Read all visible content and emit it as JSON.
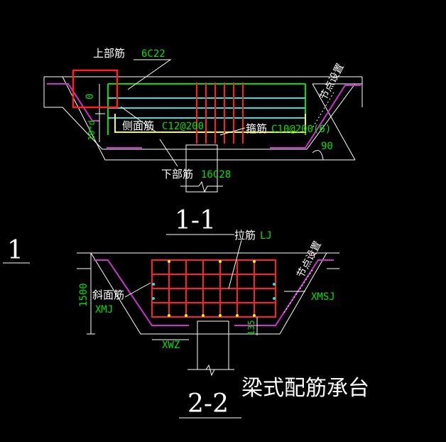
{
  "colors": {
    "background": "#000000",
    "outline": "#ffffff",
    "magenta": "#cc33cc",
    "green": "#00e000",
    "cyan": "#33dddd",
    "yellow": "#ffff00",
    "red": "#ff2020",
    "highlight": "#ff2020"
  },
  "section_1_1": {
    "top_bar_label": "上部筋",
    "top_bar_spec": "6C22",
    "side_bar_label": "侧面筋",
    "side_bar_spec": "C12@200",
    "stirrup_label": "箍筋",
    "stirrup_spec": "C10@200(6)",
    "bottom_bar_label": "下部筋",
    "bottom_bar_spec": "16C28",
    "cover_value": "0",
    "anchor_label": "10*d",
    "angle_value": "90",
    "node_setting": "节点设置",
    "section_mark": "1-1"
  },
  "section_2_2": {
    "tie_label": "拉筋",
    "tie_spec": "LJ",
    "slope_label": "斜面筋",
    "slope_spec": "XMJ",
    "slope_bottom_spec": "XMSJ",
    "bottom_width_spec": "XWZ",
    "height_value": "1500",
    "small_dim": "135",
    "node_setting": "节点设置",
    "section_mark": "2-2"
  },
  "left_mark": "1",
  "drawing_title": "梁式配筋承台"
}
